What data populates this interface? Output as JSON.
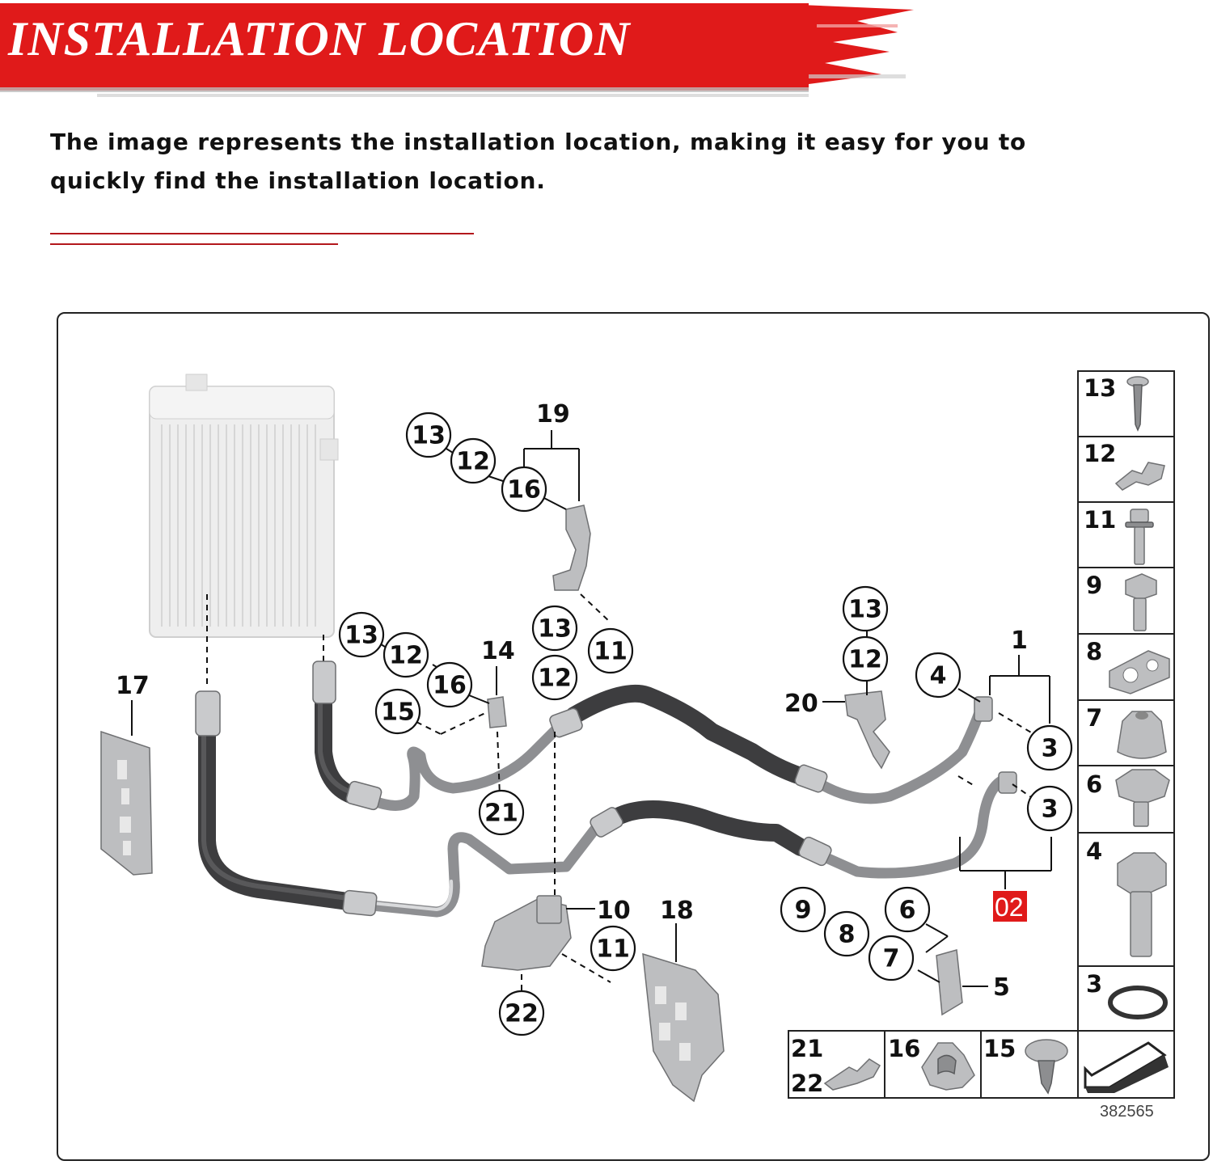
{
  "banner": {
    "title": "INSTALLATION LOCATION",
    "color": "#e01a1a"
  },
  "description": "The image represents the installation location, making it easy for you to quickly find the installation location.",
  "diagram": {
    "callouts": {
      "c13a": "13",
      "c12a": "12",
      "c16a": "16",
      "c19": "19",
      "c13b": "13",
      "c12b": "12",
      "c16b": "16",
      "c15": "15",
      "c14": "14",
      "c13c": "13",
      "c12c": "12",
      "c11a": "11",
      "c21": "21",
      "c17": "17",
      "c13d": "13",
      "c12d": "12",
      "c20": "20",
      "c1": "1",
      "c4": "4",
      "c3a": "3",
      "c3b": "3",
      "c02": "02",
      "c10": "10",
      "c11b": "11",
      "c18": "18",
      "c22": "22",
      "c9": "9",
      "c8": "8",
      "c6": "6",
      "c7": "7",
      "c5": "5"
    },
    "parts_panel": [
      {
        "num": "13",
        "icon": "screw-icon"
      },
      {
        "num": "12",
        "icon": "clip-icon"
      },
      {
        "num": "11",
        "icon": "flange-bolt-icon"
      },
      {
        "num": "9",
        "icon": "bolt-icon"
      },
      {
        "num": "8",
        "icon": "pipe-clamp-icon"
      },
      {
        "num": "7",
        "icon": "nut-insert-icon"
      },
      {
        "num": "6",
        "icon": "hex-collar-bolt-icon"
      },
      {
        "num": "4",
        "icon": "hex-bolt-icon"
      },
      {
        "num": "3",
        "icon": "o-ring-icon"
      }
    ],
    "parts_bottom": [
      {
        "num": "21",
        "num2": "22",
        "icon": "bracket-clip-icon"
      },
      {
        "num": "16",
        "icon": "holder-clip-icon"
      },
      {
        "num": "15",
        "icon": "push-rivet-icon"
      },
      {
        "num": "",
        "icon": "direction-arrow-icon"
      }
    ],
    "reference_number": "382565",
    "accent_color": "#e01a1a"
  }
}
